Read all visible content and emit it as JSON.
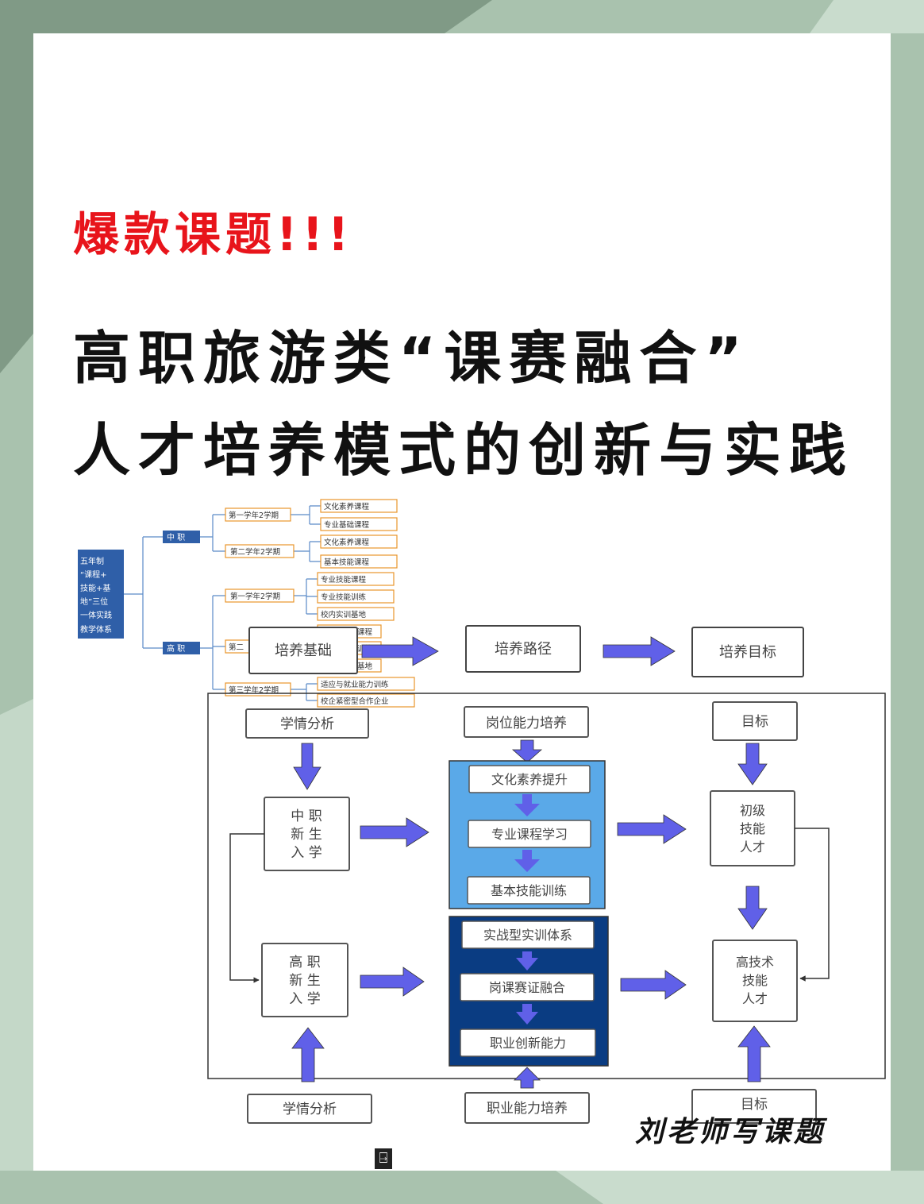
{
  "tag": "爆款课题!!!",
  "title_line1": "高职旅游类“课赛融合”",
  "title_line2": "人才培养模式的创新与实践",
  "signature": "刘老师写课题",
  "page_mark": "⍈",
  "colors": {
    "background": "#a9c2ae",
    "tag": "#e8141b",
    "arrow": "#6060e8",
    "light_blue_panel": "#5aa9e8",
    "dark_blue_panel": "#0a3c82",
    "orange_box": "#e8952c"
  },
  "tree": {
    "root": [
      "五年制",
      "“课程+",
      "技能+基",
      "地”三位",
      "一体实践",
      "教学体系"
    ],
    "branch_mid": "中 职",
    "branch_high": "高 职",
    "mid_terms": [
      {
        "term": "第一学年2学期",
        "courses": [
          "文化素养课程",
          "专业基础课程"
        ]
      },
      {
        "term": "第二学年2学期",
        "courses": [
          "文化素养课程",
          "基本技能课程"
        ]
      }
    ],
    "high_terms": [
      {
        "term": "第一学年2学期",
        "courses": [
          "专业技能课程",
          "专业技能训练",
          "校内实训基地"
        ]
      },
      {
        "term": "第二",
        "courses": [
          "课程",
          "训练",
          "基地"
        ]
      },
      {
        "term": "第三学年2学期",
        "courses": [
          "适应与就业能力训练",
          "校企紧密型合作企业"
        ]
      }
    ]
  },
  "flow": {
    "top_row": [
      "培养基础",
      "培养路径",
      "培养目标"
    ],
    "analysis_top": "学情分析",
    "ability_top": "岗位能力培养",
    "goal_top": "目标",
    "mid_entry": [
      "中 职",
      "新 生",
      "入 学"
    ],
    "high_entry": [
      "高 职",
      "新 生",
      "入 学"
    ],
    "light_panel": [
      "文化素养提升",
      "专业课程学习",
      "基本技能训练"
    ],
    "dark_panel": [
      "实战型实训体系",
      "岗课赛证融合",
      "职业创新能力"
    ],
    "junior_talent": [
      "初级",
      "技能",
      "人才"
    ],
    "senior_talent": [
      "高技术",
      "技能",
      "人才"
    ],
    "analysis_bottom": "学情分析",
    "ability_bottom": "职业能力培养",
    "goal_bottom": "目标"
  }
}
